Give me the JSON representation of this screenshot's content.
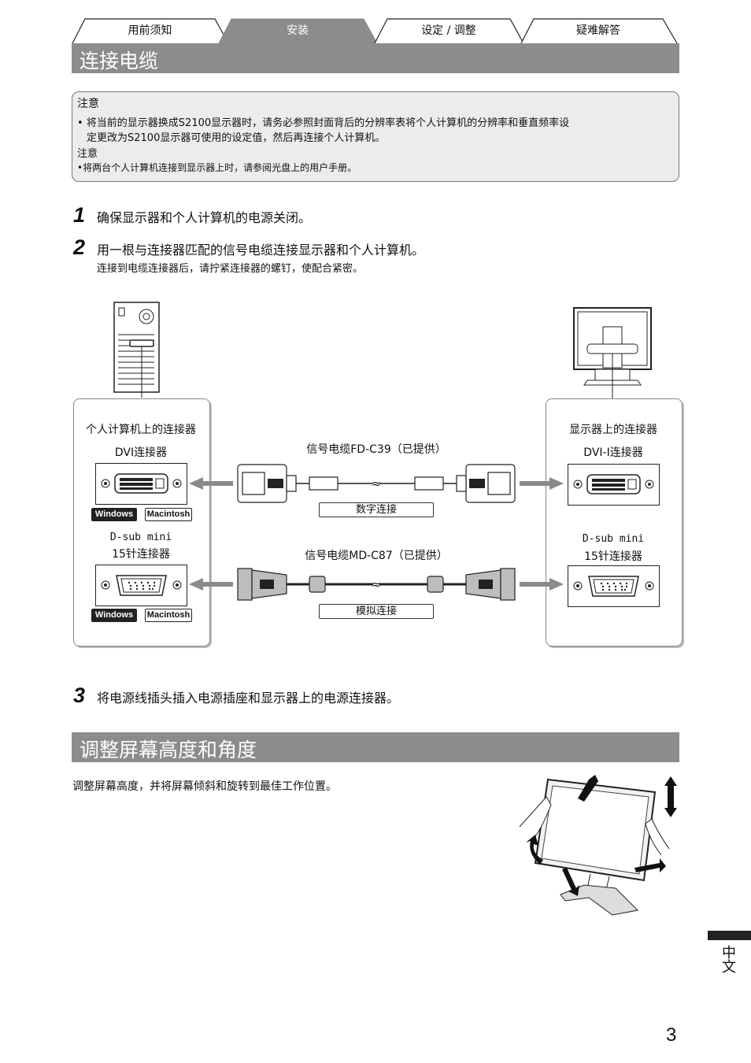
{
  "tabs": [
    {
      "label": "用前须知",
      "active": false
    },
    {
      "label": "安装",
      "active": true
    },
    {
      "label": "设定 / 调整",
      "active": false
    },
    {
      "label": "疑难解答",
      "active": false
    }
  ],
  "section1": {
    "title": "连接电缆"
  },
  "notes": {
    "heading1": "注意",
    "item1_line1": "• 将当前的显示器换成S2100显示器时，请务必参照封面背后的分辨率表将个人计算机的分辨率和垂直频率设",
    "item1_line2": "定更改为S2100显示器可使用的设定值，然后再连接个人计算机。",
    "heading2": "注意",
    "item2": "•将两台个人计算机连接到显示器上时，请参阅光盘上的用户手册。"
  },
  "steps": [
    {
      "num": "1",
      "text": "确保显示器和个人计算机的电源关闭。"
    },
    {
      "num": "2",
      "text": "用一根与连接器匹配的信号电缆连接显示器和个人计算机。",
      "sub": "连接到电缆连接器后，请拧紧连接器的螺钉，使配合紧密。"
    },
    {
      "num": "3",
      "text": "将电源线插头插入电源插座和显示器上的电源连接器。"
    }
  ],
  "diagram": {
    "pc_title": "个人计算机上的连接器",
    "pc_dvi": "DVI连接器",
    "pc_dsub_l1": "D-sub mini",
    "pc_dsub_l2": "15针连接器",
    "mon_title": "显示器上的连接器",
    "mon_dvi": "DVI-I连接器",
    "mon_dsub_l1": "D-sub mini",
    "mon_dsub_l2": "15针连接器",
    "cable1": "信号电缆FD-C39（已提供）",
    "cable1_type": "数字连接",
    "cable2": "信号电缆MD-C87（已提供）",
    "cable2_type": "模拟连接",
    "badge_win": "Windows",
    "badge_mac": "Macintosh"
  },
  "section2": {
    "title": "调整屏幕高度和角度",
    "desc": "调整屏幕高度，并将屏幕倾斜和旋转到最佳工作位置。"
  },
  "side_tab": "中文",
  "page_number": "3"
}
